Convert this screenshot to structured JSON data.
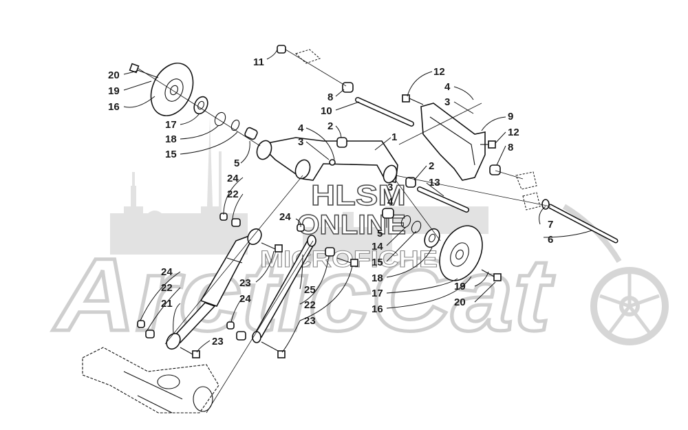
{
  "watermarks": {
    "brand_big": "ArcticCat",
    "hlsm": "HLSM",
    "online": "ONLINE",
    "microfiche": "MICROFICHE"
  },
  "labels": [
    {
      "id": "l11",
      "text": "11"
    },
    {
      "id": "l20a",
      "text": "20"
    },
    {
      "id": "l19a",
      "text": "19"
    },
    {
      "id": "l16a",
      "text": "16"
    },
    {
      "id": "l17a",
      "text": "17"
    },
    {
      "id": "l18a",
      "text": "18"
    },
    {
      "id": "l15a",
      "text": "15"
    },
    {
      "id": "l5a",
      "text": "5"
    },
    {
      "id": "l24a",
      "text": "24"
    },
    {
      "id": "l22a",
      "text": "22"
    },
    {
      "id": "l4a",
      "text": "4"
    },
    {
      "id": "l3a",
      "text": "3"
    },
    {
      "id": "l2a",
      "text": "2"
    },
    {
      "id": "l1",
      "text": "1"
    },
    {
      "id": "l8a",
      "text": "8"
    },
    {
      "id": "l10",
      "text": "10"
    },
    {
      "id": "l12a",
      "text": "12"
    },
    {
      "id": "l4b",
      "text": "4"
    },
    {
      "id": "l3b",
      "text": "3"
    },
    {
      "id": "l9",
      "text": "9"
    },
    {
      "id": "l12b",
      "text": "12"
    },
    {
      "id": "l8b",
      "text": "8"
    },
    {
      "id": "l2b",
      "text": "2"
    },
    {
      "id": "l13",
      "text": "13"
    },
    {
      "id": "l3c",
      "text": "3"
    },
    {
      "id": "l4c",
      "text": "4"
    },
    {
      "id": "l7",
      "text": "7"
    },
    {
      "id": "l6",
      "text": "6"
    },
    {
      "id": "l24b",
      "text": "24"
    },
    {
      "id": "l5b",
      "text": "5"
    },
    {
      "id": "l14",
      "text": "14"
    },
    {
      "id": "l15b",
      "text": "15"
    },
    {
      "id": "l18b",
      "text": "18"
    },
    {
      "id": "l17b",
      "text": "17"
    },
    {
      "id": "l16b",
      "text": "16"
    },
    {
      "id": "l19b",
      "text": "19"
    },
    {
      "id": "l20b",
      "text": "20"
    },
    {
      "id": "l24c",
      "text": "24"
    },
    {
      "id": "l22b",
      "text": "22"
    },
    {
      "id": "l21",
      "text": "21"
    },
    {
      "id": "l23a",
      "text": "23"
    },
    {
      "id": "l25",
      "text": "25"
    },
    {
      "id": "l24d",
      "text": "24"
    },
    {
      "id": "l22c",
      "text": "22"
    },
    {
      "id": "l23b",
      "text": "23"
    },
    {
      "id": "l23c",
      "text": "23"
    }
  ],
  "colors": {
    "line": "#111111",
    "watermark": "#d4d4d4",
    "watermark_dark": "#444444"
  }
}
